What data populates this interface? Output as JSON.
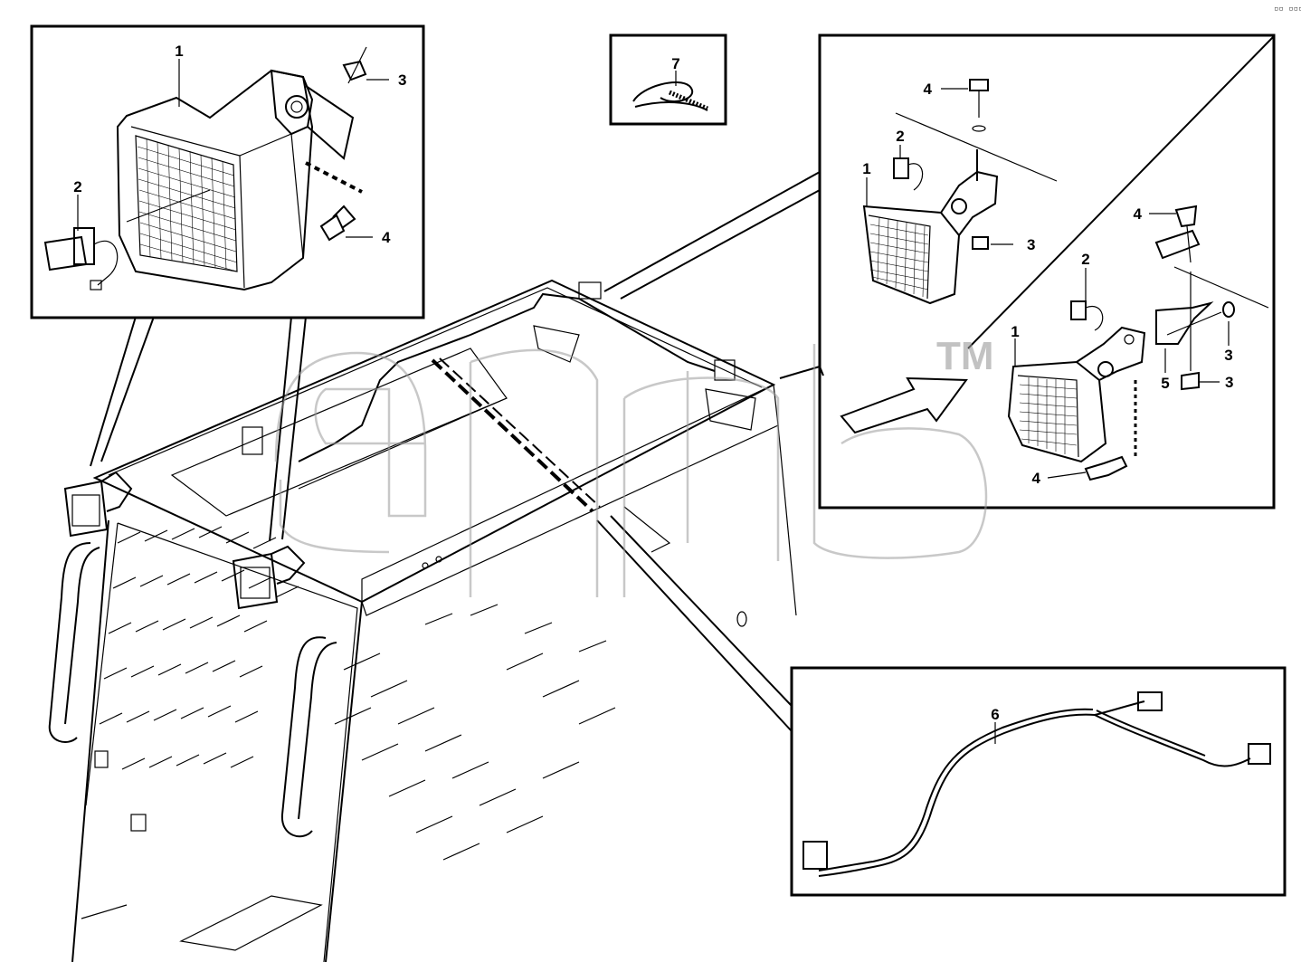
{
  "diagram": {
    "corner_mark": "▫▫ ▫▫▫",
    "watermark_mark": "TM",
    "callouts": {
      "inset_left": {
        "lamp": "1",
        "bulb": "2",
        "nut": "3",
        "bolt": "4"
      },
      "inset_tie": {
        "tie": "7"
      },
      "inset_right_upper": {
        "bolt": "4",
        "bulb": "2",
        "lamp": "1",
        "nut": "3"
      },
      "inset_right_lower": {
        "bolt_top": "4",
        "bulb": "2",
        "lamp": "1",
        "washer": "3",
        "bracket": "5",
        "nut": "3",
        "bolt_bottom": "4"
      },
      "inset_harness": {
        "harness": "6"
      }
    }
  }
}
